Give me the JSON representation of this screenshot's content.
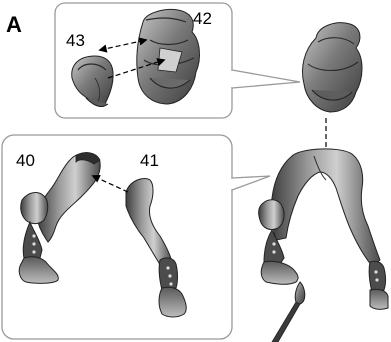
{
  "step_label": "A",
  "parts": {
    "p42": "42",
    "p43": "43",
    "p40": "40",
    "p41": "41"
  },
  "colors": {
    "callout_border": "#9a9a9a",
    "part_dark": "#4a4a4a",
    "part_mid": "#7b7b7b",
    "part_light": "#b9b9b9",
    "arrow": "#000000"
  }
}
